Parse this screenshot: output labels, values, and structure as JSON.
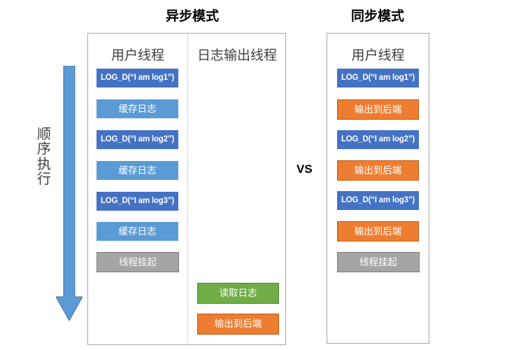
{
  "diagram": {
    "panels": [
      {
        "id": "async",
        "title": "异步模式",
        "columns": [
          {
            "id": "user-thread",
            "header": "用户线程",
            "steps": [
              {
                "label": "LOG_D(“I am log1”)",
                "kind": "code",
                "color": "#4472c4"
              },
              {
                "label": "缓存日志",
                "kind": "cjk",
                "color": "#5b9bd5"
              },
              {
                "label": "LOG_D(“I am log2”)",
                "kind": "code",
                "color": "#4472c4"
              },
              {
                "label": "缓存日志",
                "kind": "cjk",
                "color": "#5b9bd5"
              },
              {
                "label": "LOG_D(“I am log3”)",
                "kind": "code",
                "color": "#4472c4"
              },
              {
                "label": "缓存日志",
                "kind": "cjk",
                "color": "#5b9bd5"
              },
              {
                "label": "线程挂起",
                "kind": "cjk",
                "color": "#a5a5a5"
              }
            ]
          },
          {
            "id": "log-output-thread",
            "header": "日志输出线程",
            "steps": [
              {
                "label": "读取日志",
                "kind": "cjk",
                "color": "#70ad47"
              },
              {
                "label": "输出到后端",
                "kind": "cjk",
                "color": "#ed7d31"
              }
            ]
          }
        ]
      },
      {
        "id": "sync",
        "title": "同步模式",
        "columns": [
          {
            "id": "user-thread",
            "header": "用户线程",
            "steps": [
              {
                "label": "LOG_D(“I am log1”)",
                "kind": "code",
                "color": "#4472c4"
              },
              {
                "label": "输出到后端",
                "kind": "cjk",
                "color": "#ed7d31"
              },
              {
                "label": "LOG_D(“I am log2”)",
                "kind": "code",
                "color": "#4472c4"
              },
              {
                "label": "输出到后端",
                "kind": "cjk",
                "color": "#ed7d31"
              },
              {
                "label": "LOG_D(“I am log3”)",
                "kind": "code",
                "color": "#4472c4"
              },
              {
                "label": "输出到后端",
                "kind": "cjk",
                "color": "#ed7d31"
              },
              {
                "label": "线程挂起",
                "kind": "cjk",
                "color": "#a5a5a5"
              }
            ]
          }
        ]
      }
    ],
    "comparison_label": "VS",
    "sequence_arrow": {
      "label": "顺序执行",
      "direction": "down",
      "color": "#5b9bd5"
    }
  },
  "colors": {
    "log_call": "#4472c4",
    "cache_log": "#5b9bd5",
    "thread_suspend": "#a5a5a5",
    "read_log": "#70ad47",
    "output_backend": "#ed7d31",
    "panel_border": "#a6a6a6",
    "text_dark": "#404040"
  }
}
